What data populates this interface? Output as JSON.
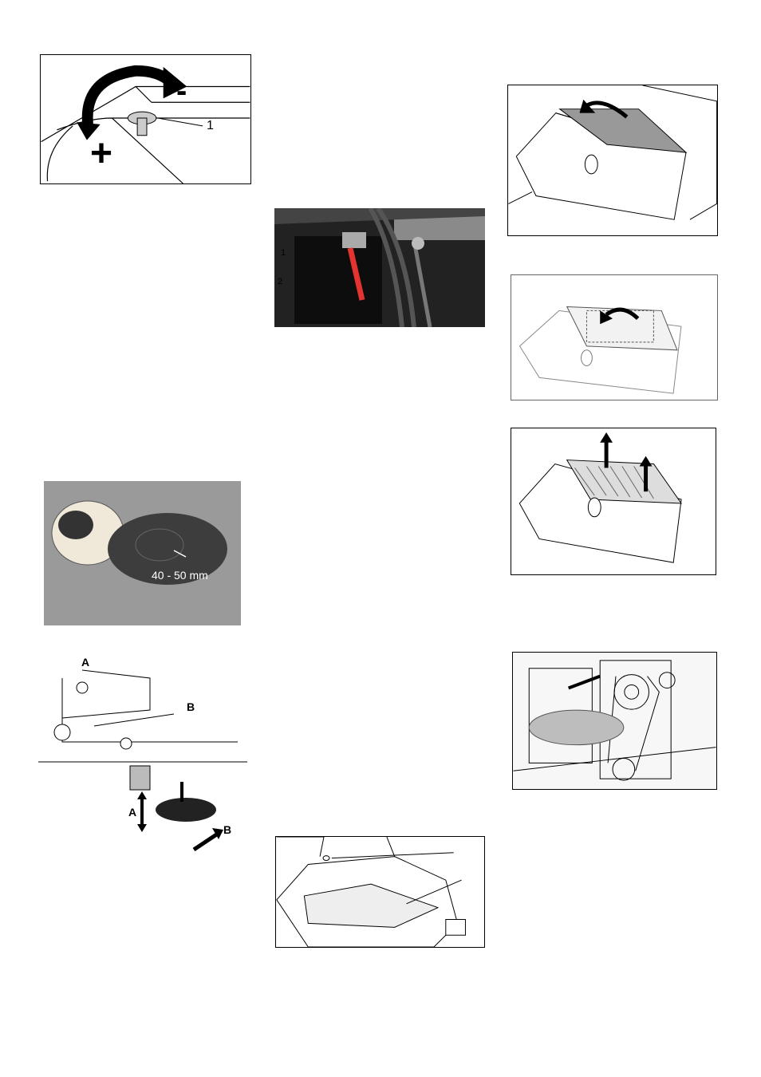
{
  "figures": {
    "knob": {
      "plus": "+",
      "minus": "-",
      "callout": "1"
    },
    "lever": {
      "callout1": "1",
      "callout2": "2"
    },
    "brush_pattern": {
      "measure": "40 - 50 mm"
    },
    "brush_adjust": {
      "labelA_top": "A",
      "labelB_top": "B",
      "labelA_bottom": "A",
      "labelB_bottom": "B"
    }
  }
}
